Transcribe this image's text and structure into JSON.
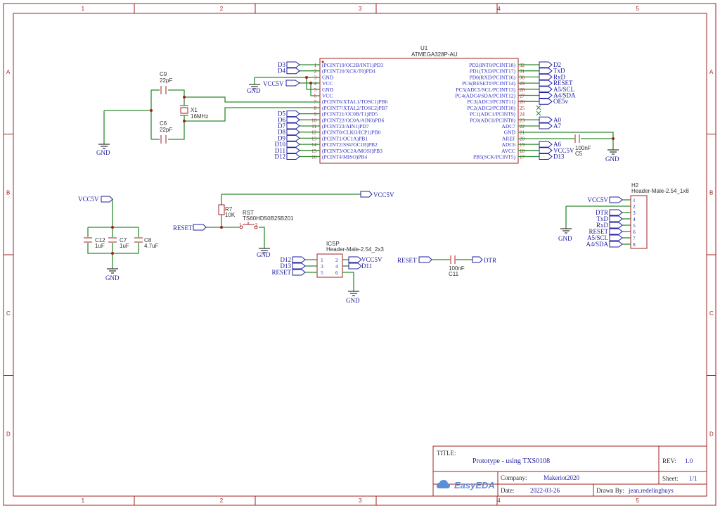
{
  "frame": {
    "columns": [
      "1",
      "2",
      "3",
      "4",
      "5"
    ],
    "rows": [
      "A",
      "B",
      "C",
      "D"
    ]
  },
  "u1": {
    "ref": "U1",
    "part": "ATMEGA328P-AU",
    "left_pins": [
      {
        "num": "1",
        "name": "(PCINT19/OC2B/INT1)PD3",
        "net": "D3"
      },
      {
        "num": "2",
        "name": "(PCINT20/XCK/T0)PD4",
        "net": "D4"
      },
      {
        "num": "3",
        "name": "GND",
        "net": ""
      },
      {
        "num": "4",
        "name": "VCC",
        "net": ""
      },
      {
        "num": "5",
        "name": "GND",
        "net": ""
      },
      {
        "num": "6",
        "name": "VCC",
        "net": ""
      },
      {
        "num": "7",
        "name": "(PCINT6/XTAL1/TOSC1)PB6",
        "net": ""
      },
      {
        "num": "8",
        "name": "(PCINT7/XTAL2/TOSC2)PB7",
        "net": ""
      },
      {
        "num": "9",
        "name": "(PCINT21/OC0B/T1)PD5",
        "net": "D5"
      },
      {
        "num": "10",
        "name": "(PCINT22/OC0A/AIN0)PD6",
        "net": "D6"
      },
      {
        "num": "11",
        "name": "(PCINT23/AIN1)PD7",
        "net": "D7"
      },
      {
        "num": "12",
        "name": "(PCINT0/CLKO/ICP1)PB0",
        "net": "D8"
      },
      {
        "num": "13",
        "name": "(PCINT1/OC1A)PB1",
        "net": "D9"
      },
      {
        "num": "14",
        "name": "(PCINT2/SS#/OC1B)PB2",
        "net": "D10"
      },
      {
        "num": "15",
        "name": "(PCINT3/OC2A/MOSI)PB3",
        "net": "D11"
      },
      {
        "num": "16",
        "name": "(PCINT4/MISO)PB4",
        "net": "D12"
      }
    ],
    "right_pins": [
      {
        "num": "32",
        "name": "PD2(INT0/PCINT18)",
        "net": "D2"
      },
      {
        "num": "31",
        "name": "PD1(TXD/PCINT17)",
        "net": "TxD"
      },
      {
        "num": "30",
        "name": "PD0(RXD/PCINT16)",
        "net": "RxD"
      },
      {
        "num": "29",
        "name": "PC6(RESET#/PCINT14)",
        "net": "RESET"
      },
      {
        "num": "28",
        "name": "PC5(ADC5/SCL/PCINT13)",
        "net": "A5/SCL"
      },
      {
        "num": "27",
        "name": "PC4(ADC4/SDA/PCINT12)",
        "net": "A4/SDA"
      },
      {
        "num": "26",
        "name": "PC3(ADC3/PCINT11)",
        "net": "OE5v"
      },
      {
        "num": "25",
        "name": "PC2(ADC2/PCINT10)",
        "net": ""
      },
      {
        "num": "24",
        "name": "PC1(ADC1/PCINT9)",
        "net": ""
      },
      {
        "num": "23",
        "name": "PC0(ADC0/PCINT8)",
        "net": "A0"
      },
      {
        "num": "22",
        "name": "ADC7",
        "net": "A7"
      },
      {
        "num": "21",
        "name": "GND",
        "net": ""
      },
      {
        "num": "20",
        "name": "AREF",
        "net": ""
      },
      {
        "num": "19",
        "name": "ADC6",
        "net": "A6"
      },
      {
        "num": "18",
        "name": "AVCC",
        "net": "VCC5V"
      },
      {
        "num": "17",
        "name": "PB5(SCK/PCINT5)",
        "net": "D13"
      }
    ]
  },
  "parts": {
    "c9": {
      "ref": "C9",
      "value": "22pF"
    },
    "c6": {
      "ref": "C6",
      "value": "22pF"
    },
    "x1": {
      "ref": "X1",
      "value": "16MHz"
    },
    "c5": {
      "ref": "C5",
      "value": "100nF"
    },
    "c12": {
      "ref": "C12",
      "value": "1uF"
    },
    "c7": {
      "ref": "C7",
      "value": "1uF"
    },
    "c8": {
      "ref": "C8",
      "value": "4.7uF"
    },
    "r7": {
      "ref": "R7",
      "value": "10K"
    },
    "rst": {
      "ref": "RST",
      "value": "TS60HD50B25B201",
      "pin1": "1",
      "pin2": "2"
    },
    "c11": {
      "ref": "C11",
      "value": "100nF"
    }
  },
  "icsp": {
    "ref": "ICSP",
    "part": "Header-Male-2.54_2x3",
    "left": [
      {
        "num": "1",
        "net": "D12"
      },
      {
        "num": "3",
        "net": "D13"
      },
      {
        "num": "5",
        "net": "RESET"
      }
    ],
    "right": [
      {
        "num": "2",
        "net": "VCC5V"
      },
      {
        "num": "4",
        "net": "D11"
      },
      {
        "num": "6",
        "net": ""
      }
    ]
  },
  "h2": {
    "ref": "H2",
    "part": "Header-Male-2.54_1x8",
    "pins": [
      {
        "num": "1",
        "net": "VCC5V"
      },
      {
        "num": "2",
        "net": ""
      },
      {
        "num": "3",
        "net": "DTR"
      },
      {
        "num": "4",
        "net": "TxD"
      },
      {
        "num": "5",
        "net": "RxD"
      },
      {
        "num": "6",
        "net": "RESET"
      },
      {
        "num": "7",
        "net": "A5/SCL"
      },
      {
        "num": "8",
        "net": "A4/SDA"
      }
    ]
  },
  "nets": {
    "gnd": "GND",
    "vcc5v": "VCC5V",
    "reset": "RESET",
    "dtr": "DTR"
  },
  "title_block": {
    "title_label": "TITLE:",
    "title": "Prototype - using TXS0108",
    "rev_label": "REV:",
    "rev": "1.0",
    "company_label": "Company:",
    "company": "Makeriot2020",
    "sheet_label": "Sheet:",
    "sheet": "1/1",
    "date_label": "Date:",
    "date": "2022-03-26",
    "drawn_label": "Drawn By:",
    "drawn_by": "jean.redelinghuys",
    "logo": "EasyEDA"
  }
}
